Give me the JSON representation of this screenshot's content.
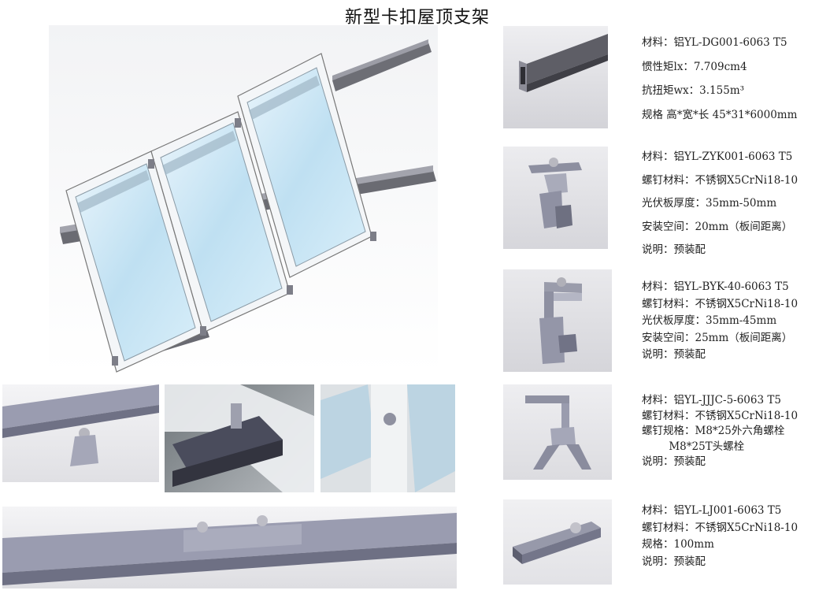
{
  "title": "新型卡扣屋顶支架",
  "specs": [
    {
      "lines": [
        "材料：铝YL-DG001-6063 T5",
        "惯性矩lx：7.709cm4",
        "抗扭矩wx：3.155m³",
        "规格 高*宽*长 45*31*6000mm"
      ]
    },
    {
      "lines": [
        "材料：铝YL-ZYK001-6063 T5",
        "螺钉材料：不锈钢X5CrNi18-10",
        "光伏板厚度：35mm-50mm",
        "安装空间：20mm（板间距离）",
        "说明：预装配"
      ]
    },
    {
      "lines": [
        "材料：铝YL-BYK-40-6063 T5",
        "螺钉材料：不锈钢X5CrNi18-10",
        "光伏板厚度：35mm-45mm",
        "安装空间：25mm（板间距离）",
        "说明：预装配"
      ]
    },
    {
      "lines": [
        "材料：铝YL-JJJC-5-6063 T5",
        "螺钉材料：不锈钢X5CrNi18-10",
        "螺钉规格：M8*25外六角螺栓",
        "        M8*25T头螺栓",
        "说明：预装配"
      ]
    },
    {
      "lines": [
        "材料：铝YL-LJ001-6063 T5",
        "螺钉材料：不锈钢X5CrNi18-10",
        "规格：100mm",
        "说明：预装配"
      ]
    }
  ]
}
